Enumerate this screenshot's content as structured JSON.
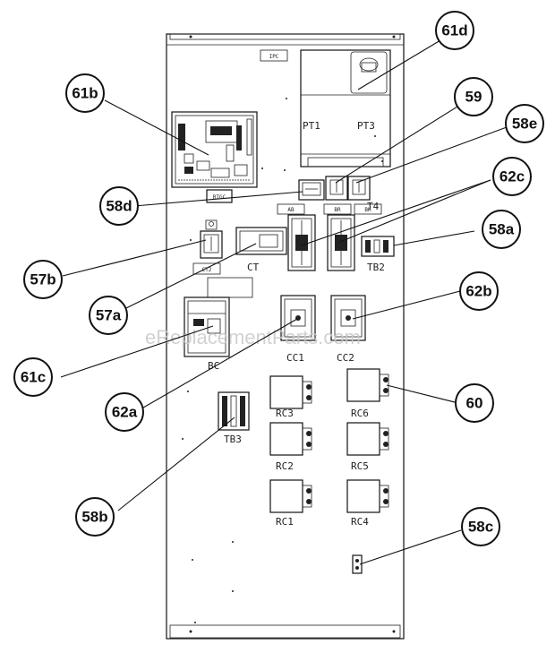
{
  "watermark": "eReplacementParts.com",
  "tags": {
    "ipc": "IPC",
    "rtgc": "RTGC",
    "ab": "AB",
    "br": "BR",
    "bk": "BK"
  },
  "labels": {
    "pt1": "PT1",
    "pt3": "PT3",
    "t4": "T4",
    "ct": "CT",
    "ct2": "CT2",
    "tb2": "TB2",
    "bc": "BC",
    "cc1": "CC1",
    "cc2": "CC2",
    "tb3": "TB3",
    "rc1": "RC1",
    "rc2": "RC2",
    "rc3": "RC3",
    "rc4": "RC4",
    "rc5": "RC5",
    "rc6": "RC6"
  },
  "callouts": {
    "c61d": "61d",
    "c61b": "61b",
    "c59": "59",
    "c58e": "58e",
    "c62c": "62c",
    "c58d": "58d",
    "c58a": "58a",
    "c57b": "57b",
    "c62b": "62b",
    "c57a": "57a",
    "c61c": "61c",
    "c60": "60",
    "c62a": "62a",
    "c58b": "58b",
    "c58c": "58c"
  }
}
